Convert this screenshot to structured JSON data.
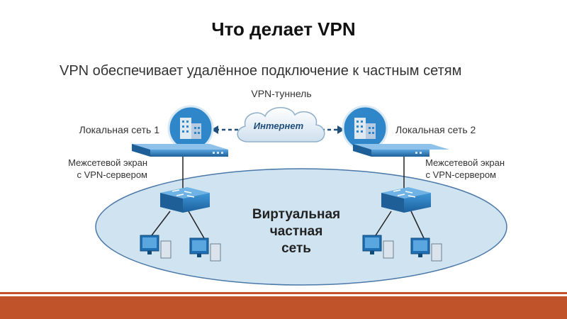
{
  "slide": {
    "title": "Что делает VPN",
    "subtitle": "VPN обеспечивает удалённое подключение к частным сетям"
  },
  "diagram": {
    "tunnel_label": "VPN-туннель",
    "internet_label": "Интернет",
    "network1_label": "Локальная сеть 1",
    "network2_label": "Локальная сеть 2",
    "firewall1_line1": "Межсетевой экран",
    "firewall1_line2": "с VPN-сервером",
    "firewall2_line1": "Межсетевой экран",
    "firewall2_line2": "с VPN-сервером",
    "vpn_line1": "Виртуальная",
    "vpn_line2": "частная",
    "vpn_line3": "сеть"
  },
  "colors": {
    "accent": "#c0532a",
    "ellipse_fill": "#cfe3f0",
    "ellipse_stroke": "#4a78a8",
    "device_blue": "#2c7cc0"
  }
}
